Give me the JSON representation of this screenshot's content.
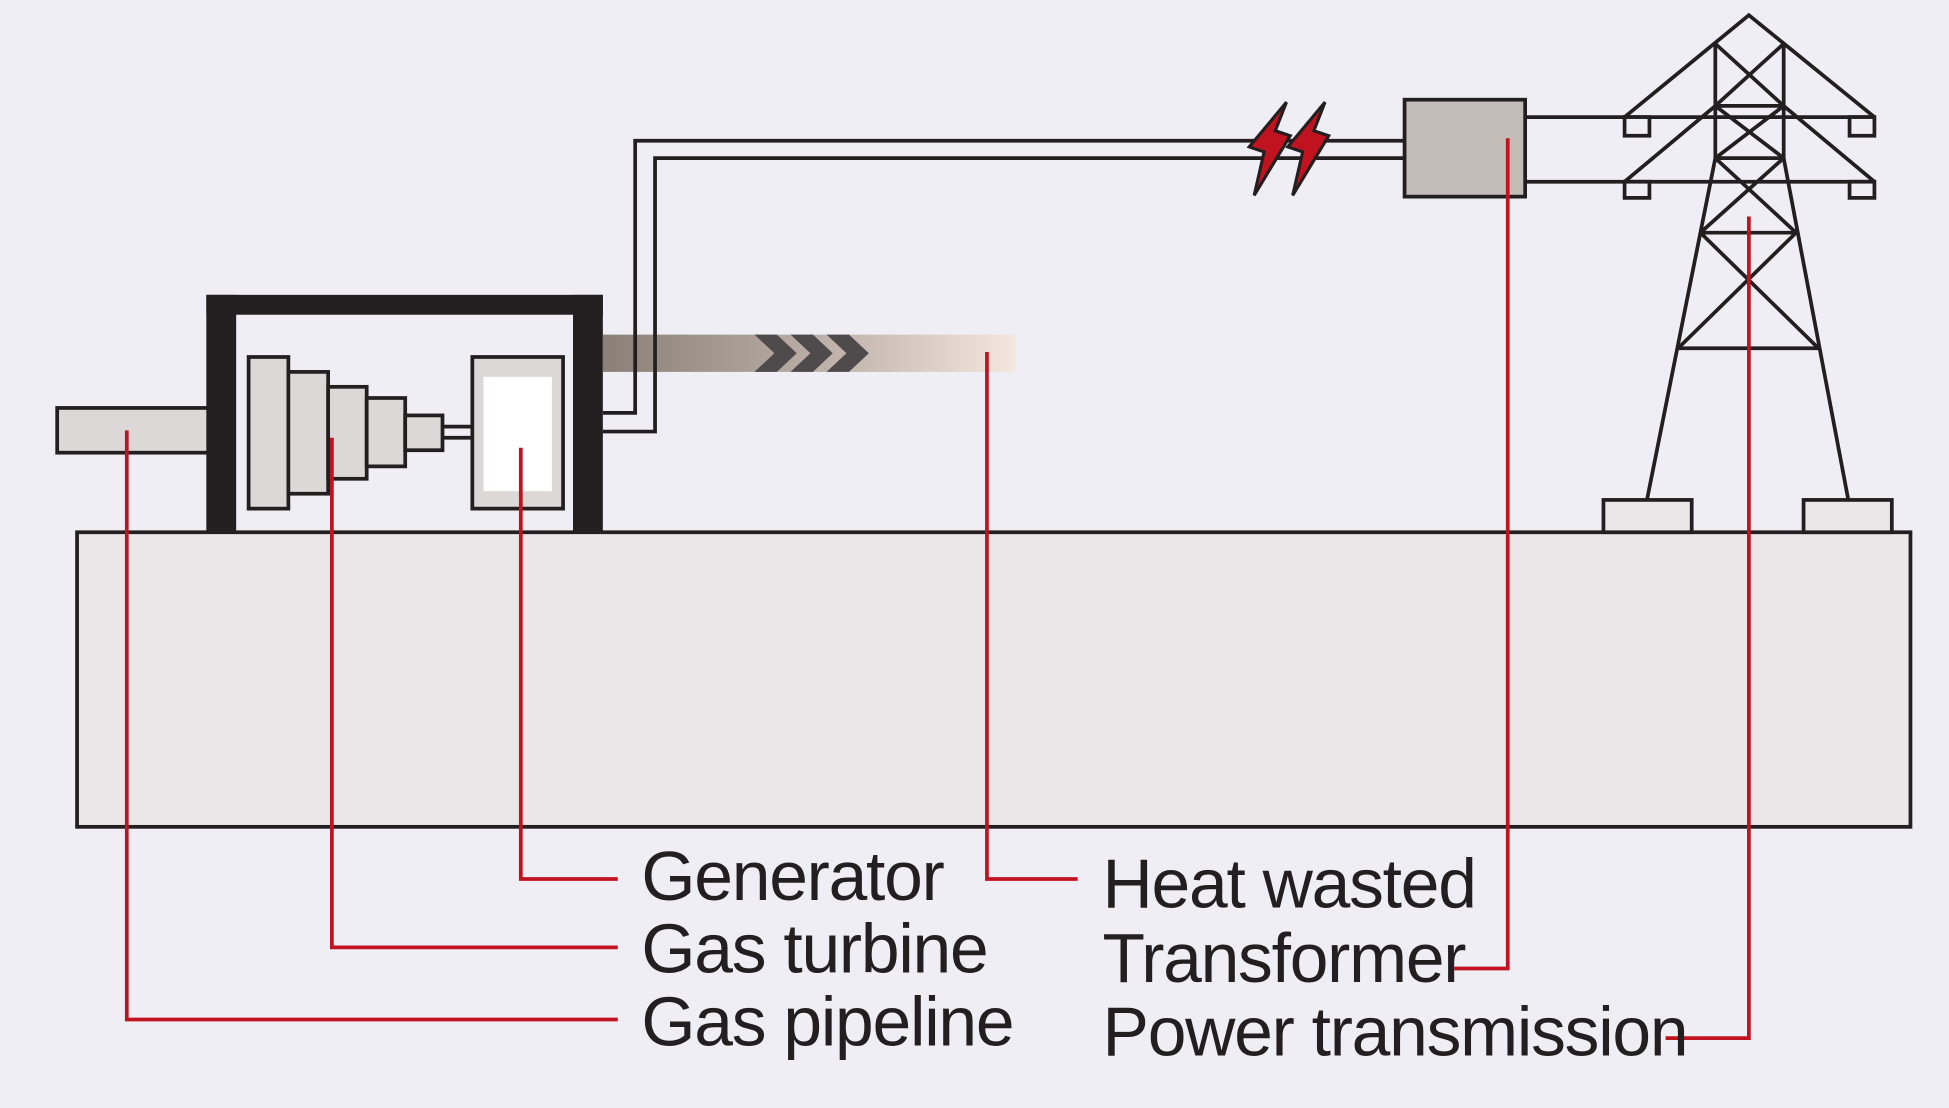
{
  "labels": {
    "generator": "Generator",
    "gas_turbine": "Gas turbine",
    "gas_pipeline": "Gas pipeline",
    "heat_wasted": "Heat wasted",
    "transformer": "Transformer",
    "power_transmission": "Power transmission"
  },
  "colors": {
    "background": "#f0eef5",
    "ground": "#ebe7e8",
    "outline": "#231f20",
    "component_fill": "#dcd8d7",
    "transformer_fill": "#c4bdb7",
    "callout_line": "#c1121f",
    "spark": "#c1121f"
  },
  "icons": {
    "spark": "lightning-bolt-icon",
    "flow": "chevron-right-icon"
  }
}
